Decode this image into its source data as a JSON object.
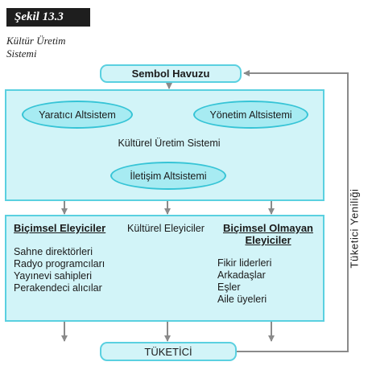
{
  "figure": {
    "tag": "Şekil 13.3",
    "caption_line1": "Kültür Üretim",
    "caption_line2": "Sistemi"
  },
  "nodes": {
    "symbol_pool": "Sembol Havuzu",
    "creative_subsystem": "Yaratıcı Altsistem",
    "management_subsystem": "Yönetim Altsistemi",
    "cultural_production_system": "Kültürel Üretim Sistemi",
    "communication_subsystem": "İletişim Altsistemi",
    "consumer": "TÜKETİCİ"
  },
  "gatekeepers": {
    "formal_heading": "Biçimsel Eleyiciler",
    "formal_items": [
      "Sahne direktörleri",
      "Radyo programcıları",
      "Yayınevi sahipleri",
      "Perakendeci alıcılar"
    ],
    "cultural_heading": "Kültürel Eleyiciler",
    "informal_heading_line1": "Biçimsel Olmayan",
    "informal_heading_line2": "Eleyiciler",
    "informal_items": [
      "Fikir liderleri",
      "Arkadaşlar",
      "Eşler",
      "Aile üyeleri"
    ]
  },
  "feedback_label": "Tüketici Yeniliği",
  "colors": {
    "box_fill": "#d2f4f8",
    "box_border": "#5ad0e0",
    "ellipse_fill": "#a7ebf2",
    "arrow": "#8a8a8a"
  }
}
